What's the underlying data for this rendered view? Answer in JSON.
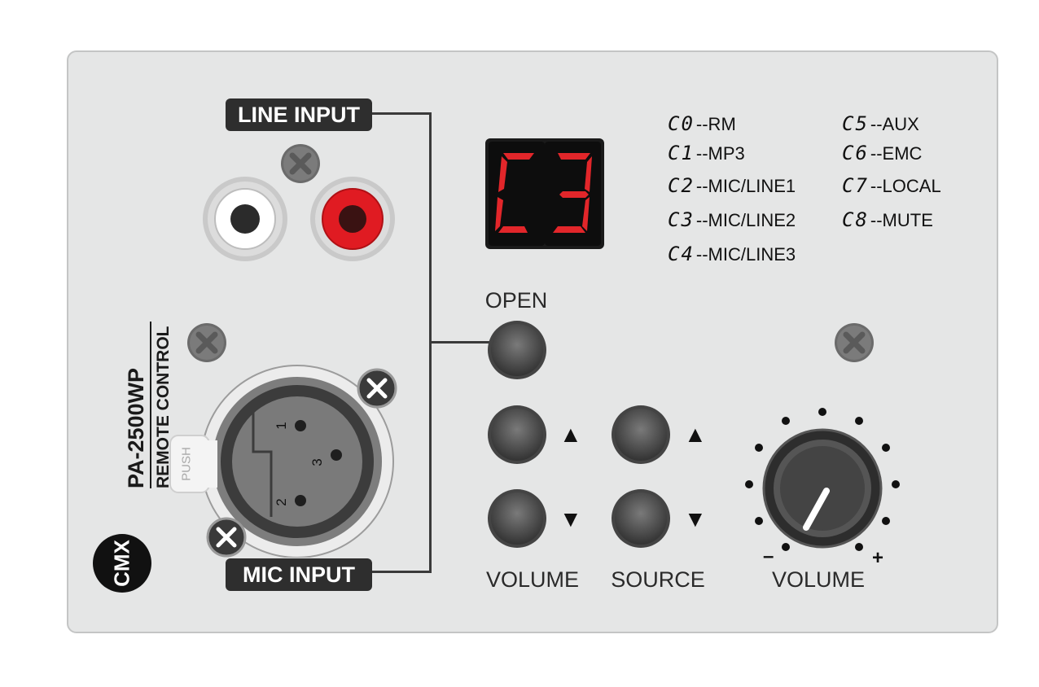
{
  "model": "PA-2500WP",
  "subtitle": "REMOTE CONTROL",
  "brand": "CMX",
  "line_input_label": "LINE INPUT",
  "mic_input_label": "MIC INPUT",
  "push_label": "PUSH",
  "pins": [
    "1",
    "2",
    "3"
  ],
  "display_text": "C3",
  "legend": [
    {
      "code": "C0",
      "label": "--RM"
    },
    {
      "code": "C1",
      "label": "--MP3"
    },
    {
      "code": "C2",
      "label": "--MIC/LINE1"
    },
    {
      "code": "C3",
      "label": "--MIC/LINE2"
    },
    {
      "code": "C4",
      "label": "--MIC/LINE3"
    },
    {
      "code": "C5",
      "label": "--AUX"
    },
    {
      "code": "C6",
      "label": "--EMC"
    },
    {
      "code": "C7",
      "label": "--LOCAL"
    },
    {
      "code": "C8",
      "label": "--MUTE"
    }
  ],
  "open_label": "OPEN",
  "volume_label": "VOLUME",
  "source_label": "SOURCE",
  "knob_label": "VOLUME",
  "knob_min_symbol": "–",
  "knob_max_symbol": "+",
  "up_arrow": "▲",
  "down_arrow": "▼",
  "colors": {
    "panel": "#e5e6e6",
    "led": "#e2262a",
    "rca_left": "#ffffff",
    "rca_right": "#e01b22",
    "tag": "#2e2e2e"
  }
}
